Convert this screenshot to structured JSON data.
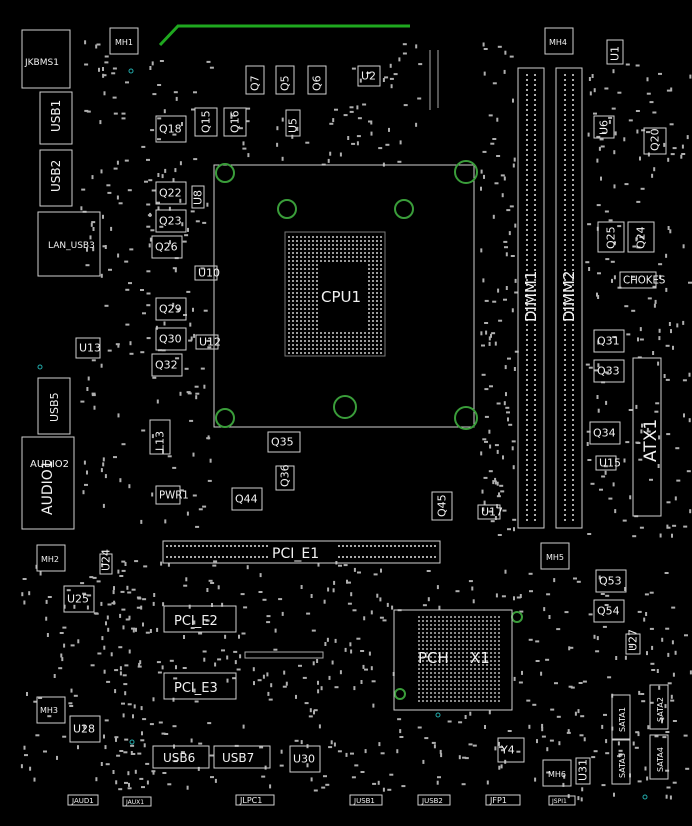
{
  "view": "pcb-layout-silkscreen",
  "colors": {
    "background": "#000000",
    "silkscreen": "#d0d0d0",
    "label": "#f2f2f2",
    "mount_hole": "#3a9d3a",
    "trace": "#1fa81f"
  },
  "components": {
    "cpu": "CPU1",
    "pch": "PCH",
    "chip_x1": "X1",
    "dimm1": "DIMM1",
    "dimm2": "DIMM2",
    "atx": "ATX1",
    "pcie1": "PCI_E1",
    "pcie2": "PCI_E2",
    "pcie3": "PCI_E3",
    "jkbms1": "JKBMS1",
    "usb1": "USB1",
    "usb2": "USB2",
    "lan_usb3": "LAN_USB3",
    "usb5": "USB5",
    "audio1": "AUDIO1",
    "audio2": "AUDIO2",
    "usb6": "USB6",
    "usb7": "USB7",
    "mh1": "MH1",
    "mh2": "MH2",
    "mh3": "MH3",
    "mh4": "MH4",
    "mh5": "MH5",
    "mh6": "MH6",
    "q7": "Q7",
    "q5": "Q5",
    "q6": "Q6",
    "u2": "U2",
    "q18": "Q18",
    "q15": "Q15",
    "q16": "Q16",
    "u5": "U5",
    "q22": "Q22",
    "u8": "U8",
    "q23": "Q23",
    "q26": "Q26",
    "u10": "U10",
    "q29": "Q29",
    "q30": "Q30",
    "u12": "U12",
    "q32": "Q32",
    "u13": "U13",
    "l13": "L13",
    "q35": "Q35",
    "q36": "Q36",
    "q44": "Q44",
    "pwr1": "PWR1",
    "q45": "Q45",
    "u17": "U17",
    "u1": "U1",
    "u6": "U6",
    "q20": "Q20",
    "q25": "Q25",
    "q24": "Q24",
    "chokes": "CHOKES",
    "q31": "Q31",
    "q33": "Q33",
    "q34": "Q34",
    "u15": "U15",
    "q53": "Q53",
    "q54": "Q54",
    "u27": "U27",
    "u24": "U24",
    "u25": "U25",
    "u28": "U28",
    "u30": "U30",
    "y4": "Y4",
    "u31": "U31",
    "sata1": "SATA1",
    "sata2": "SATA2",
    "sata3": "SATA3",
    "sata4": "SATA4",
    "jaud1": "JAUD1",
    "jaux1": "JAUX1",
    "jlpc1": "JLPC1",
    "jusb1": "JUSB1",
    "jusb2": "JUSB2",
    "jfp1": "JFP1",
    "jspi1": "JSPI1"
  }
}
